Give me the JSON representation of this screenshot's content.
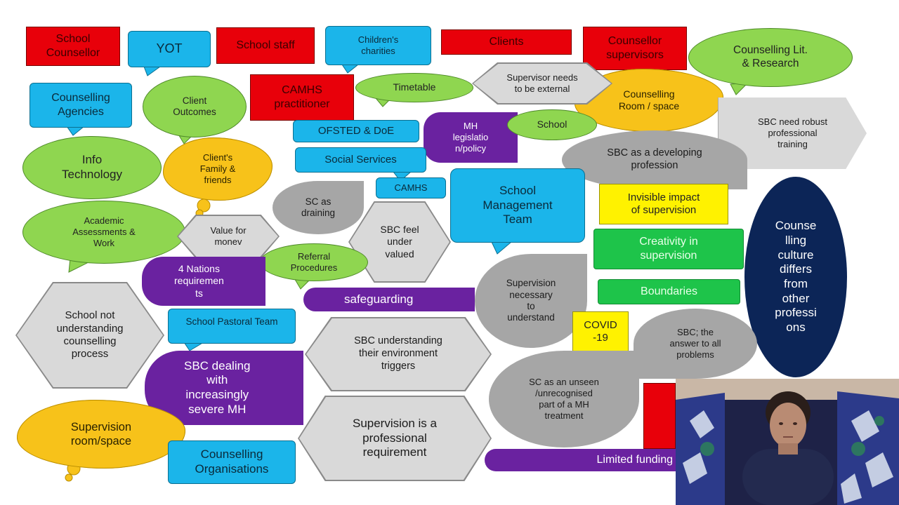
{
  "nodes": {
    "school_counsellor": "School\nCounsellor",
    "yot": "YOT",
    "school_staff": "School staff",
    "childrens_charities": "Children's\ncharities",
    "clients": "Clients",
    "counsellor_supervisors": "Counsellor\nsupervisors",
    "counselling_lit_research": "Counselling Lit.\n& Research",
    "counselling_agencies": "Counselling\nAgencies",
    "client_outcomes": "Client\nOutcomes",
    "camhs_practitioner": "CAMHS\npractitioner",
    "timetable": "Timetable",
    "supervisor_external": "Supervisor needs\nto be external",
    "counselling_room_space": "Counselling\nRoom / space",
    "ofsted_doe": "OFSTED & DoE",
    "mh_legislation": "MH\nlegislatio\nn/policy",
    "school": "School",
    "sbc_robust_training": "SBC need robust\nprofessional\ntraining",
    "info_technology": "Info\nTechnology",
    "clients_family": "Client's\nFamily &\nfriends",
    "social_services": "Social Services",
    "sbc_developing_profession": "SBC as a developing\nprofession",
    "camhs": "CAMHS",
    "sc_as_draining": "SC as\ndraining",
    "school_management_team": "School\nManagement\nTeam",
    "invisible_impact": "Invisible impact\nof supervision",
    "counselling_culture": "Counse\nlling\nculture\ndiffers\nfrom\nother\nprofessi\nons",
    "academic_assessments": "Academic\nAssessments &\nWork",
    "value_for_money": "Value for\nmonev",
    "sbc_feel_under_valued": "SBC feel\nunder\nvalued",
    "creativity_in_supervision": "Creativity in\nsupervision",
    "referral_procedures": "Referral\nProcedures",
    "four_nations": "4 Nations\nrequiremen\nts",
    "supervision_necessary": "Supervision\nnecessary\nto\nunderstand",
    "boundaries": "Boundaries",
    "safeguarding": "safeguarding",
    "school_not_understanding": "School not\nunderstanding\ncounselling\nprocess",
    "school_pastoral_team": "School Pastoral Team",
    "covid": "COVID\n-19",
    "sbc_answer": "SBC; the\nanswer to all\nproblems",
    "sbc_understanding_triggers": "SBC understanding\ntheir environment\ntriggers",
    "sbc_severe_mh": "SBC dealing\nwith\nincreasingly\nsevere MH",
    "sc_unseen": "SC as an unseen\n/unrecognised\npart of a  MH\ntreatment",
    "supervision_room_space": "Supervision\nroom/space",
    "supervision_professional_requirement": "Supervision is a\nprofessional\nrequirement",
    "counselling_organisations": "Counselling\nOrganisations",
    "limited_funding": "Limited funding"
  },
  "colors": {
    "red": "#e8000a",
    "blue": "#1bb5ea",
    "green_ellipse": "#8fd650",
    "green_rect": "#1ec44a",
    "yellow_cloud": "#f7c21a",
    "yellow_rect": "#fff200",
    "purple": "#6a22a0",
    "gray": "#a6a6a6",
    "light_gray": "#d9d9d9",
    "navy": "#0c2557"
  }
}
